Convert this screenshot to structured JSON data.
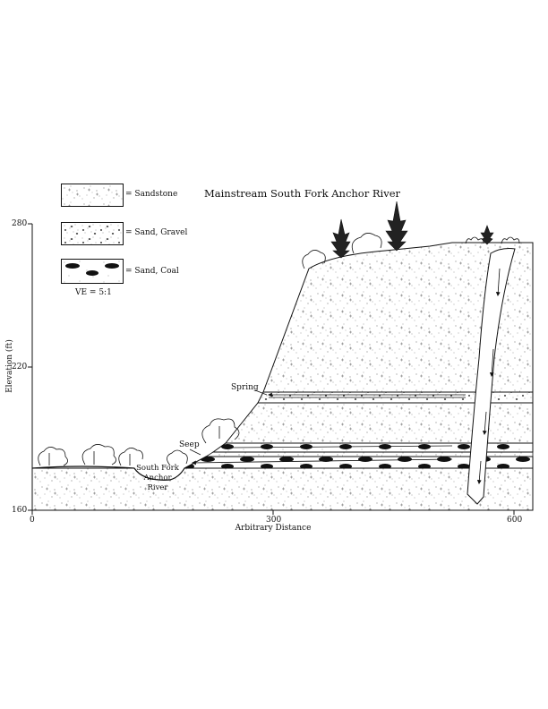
{
  "title": "Mainstream South Fork Anchor River",
  "legend": [
    {
      "key": "sandstone",
      "label": "= Sandstone"
    },
    {
      "key": "sand_gravel",
      "label": "= Sand, Gravel"
    },
    {
      "key": "sand_coal",
      "label": "= Sand, Coal"
    }
  ],
  "vertical_exaggeration": "VE = 5:1",
  "y_axis": {
    "label": "Elevation (ft)",
    "ticks": [
      "280",
      "220",
      "160"
    ]
  },
  "x_axis": {
    "label": "Arbitrary Distance",
    "ticks": [
      "0",
      "300",
      "600"
    ]
  },
  "annotations": {
    "spring": "Spring",
    "seep": "Seep",
    "river_line1": "South Fork",
    "river_line2": "Anchor",
    "river_line3": "River"
  }
}
